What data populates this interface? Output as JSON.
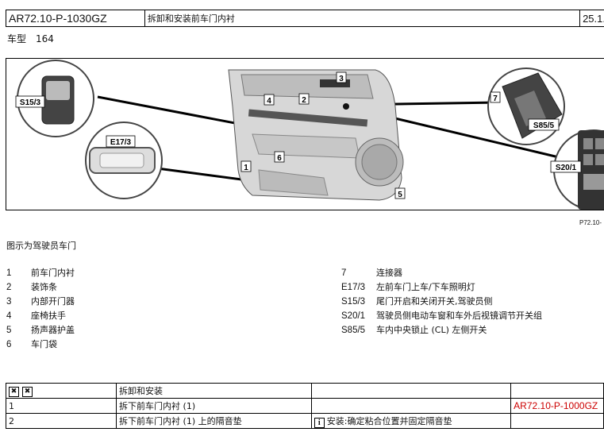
{
  "header": {
    "doc_id": "AR72.10-P-1030GZ",
    "title": "拆卸和安装前车门内衬",
    "date": "25.1."
  },
  "model": {
    "label": "车型",
    "value": "164"
  },
  "figure": {
    "ref": "P72.10-",
    "labels": [
      "S15/3",
      "E17/3",
      "1",
      "2",
      "3",
      "4",
      "5",
      "6",
      "7",
      "S85/5",
      "S20/1"
    ]
  },
  "caption": "图示为驾驶员车门",
  "legend_left": [
    {
      "num": "1",
      "text": "前车门内衬"
    },
    {
      "num": "2",
      "text": "装饰条"
    },
    {
      "num": "3",
      "text": "内部开门器"
    },
    {
      "num": "4",
      "text": "座椅扶手"
    },
    {
      "num": "5",
      "text": "扬声器护盖"
    },
    {
      "num": "6",
      "text": "车门袋"
    }
  ],
  "legend_right": [
    {
      "num": "7",
      "text": "连接器"
    },
    {
      "num": "E17/3",
      "text": "左前车门上车/下车照明灯"
    },
    {
      "num": "S15/3",
      "text": "尾门开启和关闭开关,驾驶员侧"
    },
    {
      "num": "S20/1",
      "text": "驾驶员侧电动车窗和车外后视镜调节开关组"
    },
    {
      "num": "S85/5",
      "text": "车内中央锁止 (CL) 左侧开关"
    }
  ],
  "steps": {
    "header_label": "拆卸和安装",
    "rows": [
      {
        "num": "1",
        "text": "拆下前车门内衬 (1)",
        "note": "",
        "ref": "AR72.10-P-1000GZ"
      },
      {
        "num": "2",
        "text": "拆下前车门内衬 (1) 上的隔音垫",
        "note": "安装:确定粘合位置并固定隔音垫",
        "ref": ""
      }
    ]
  }
}
